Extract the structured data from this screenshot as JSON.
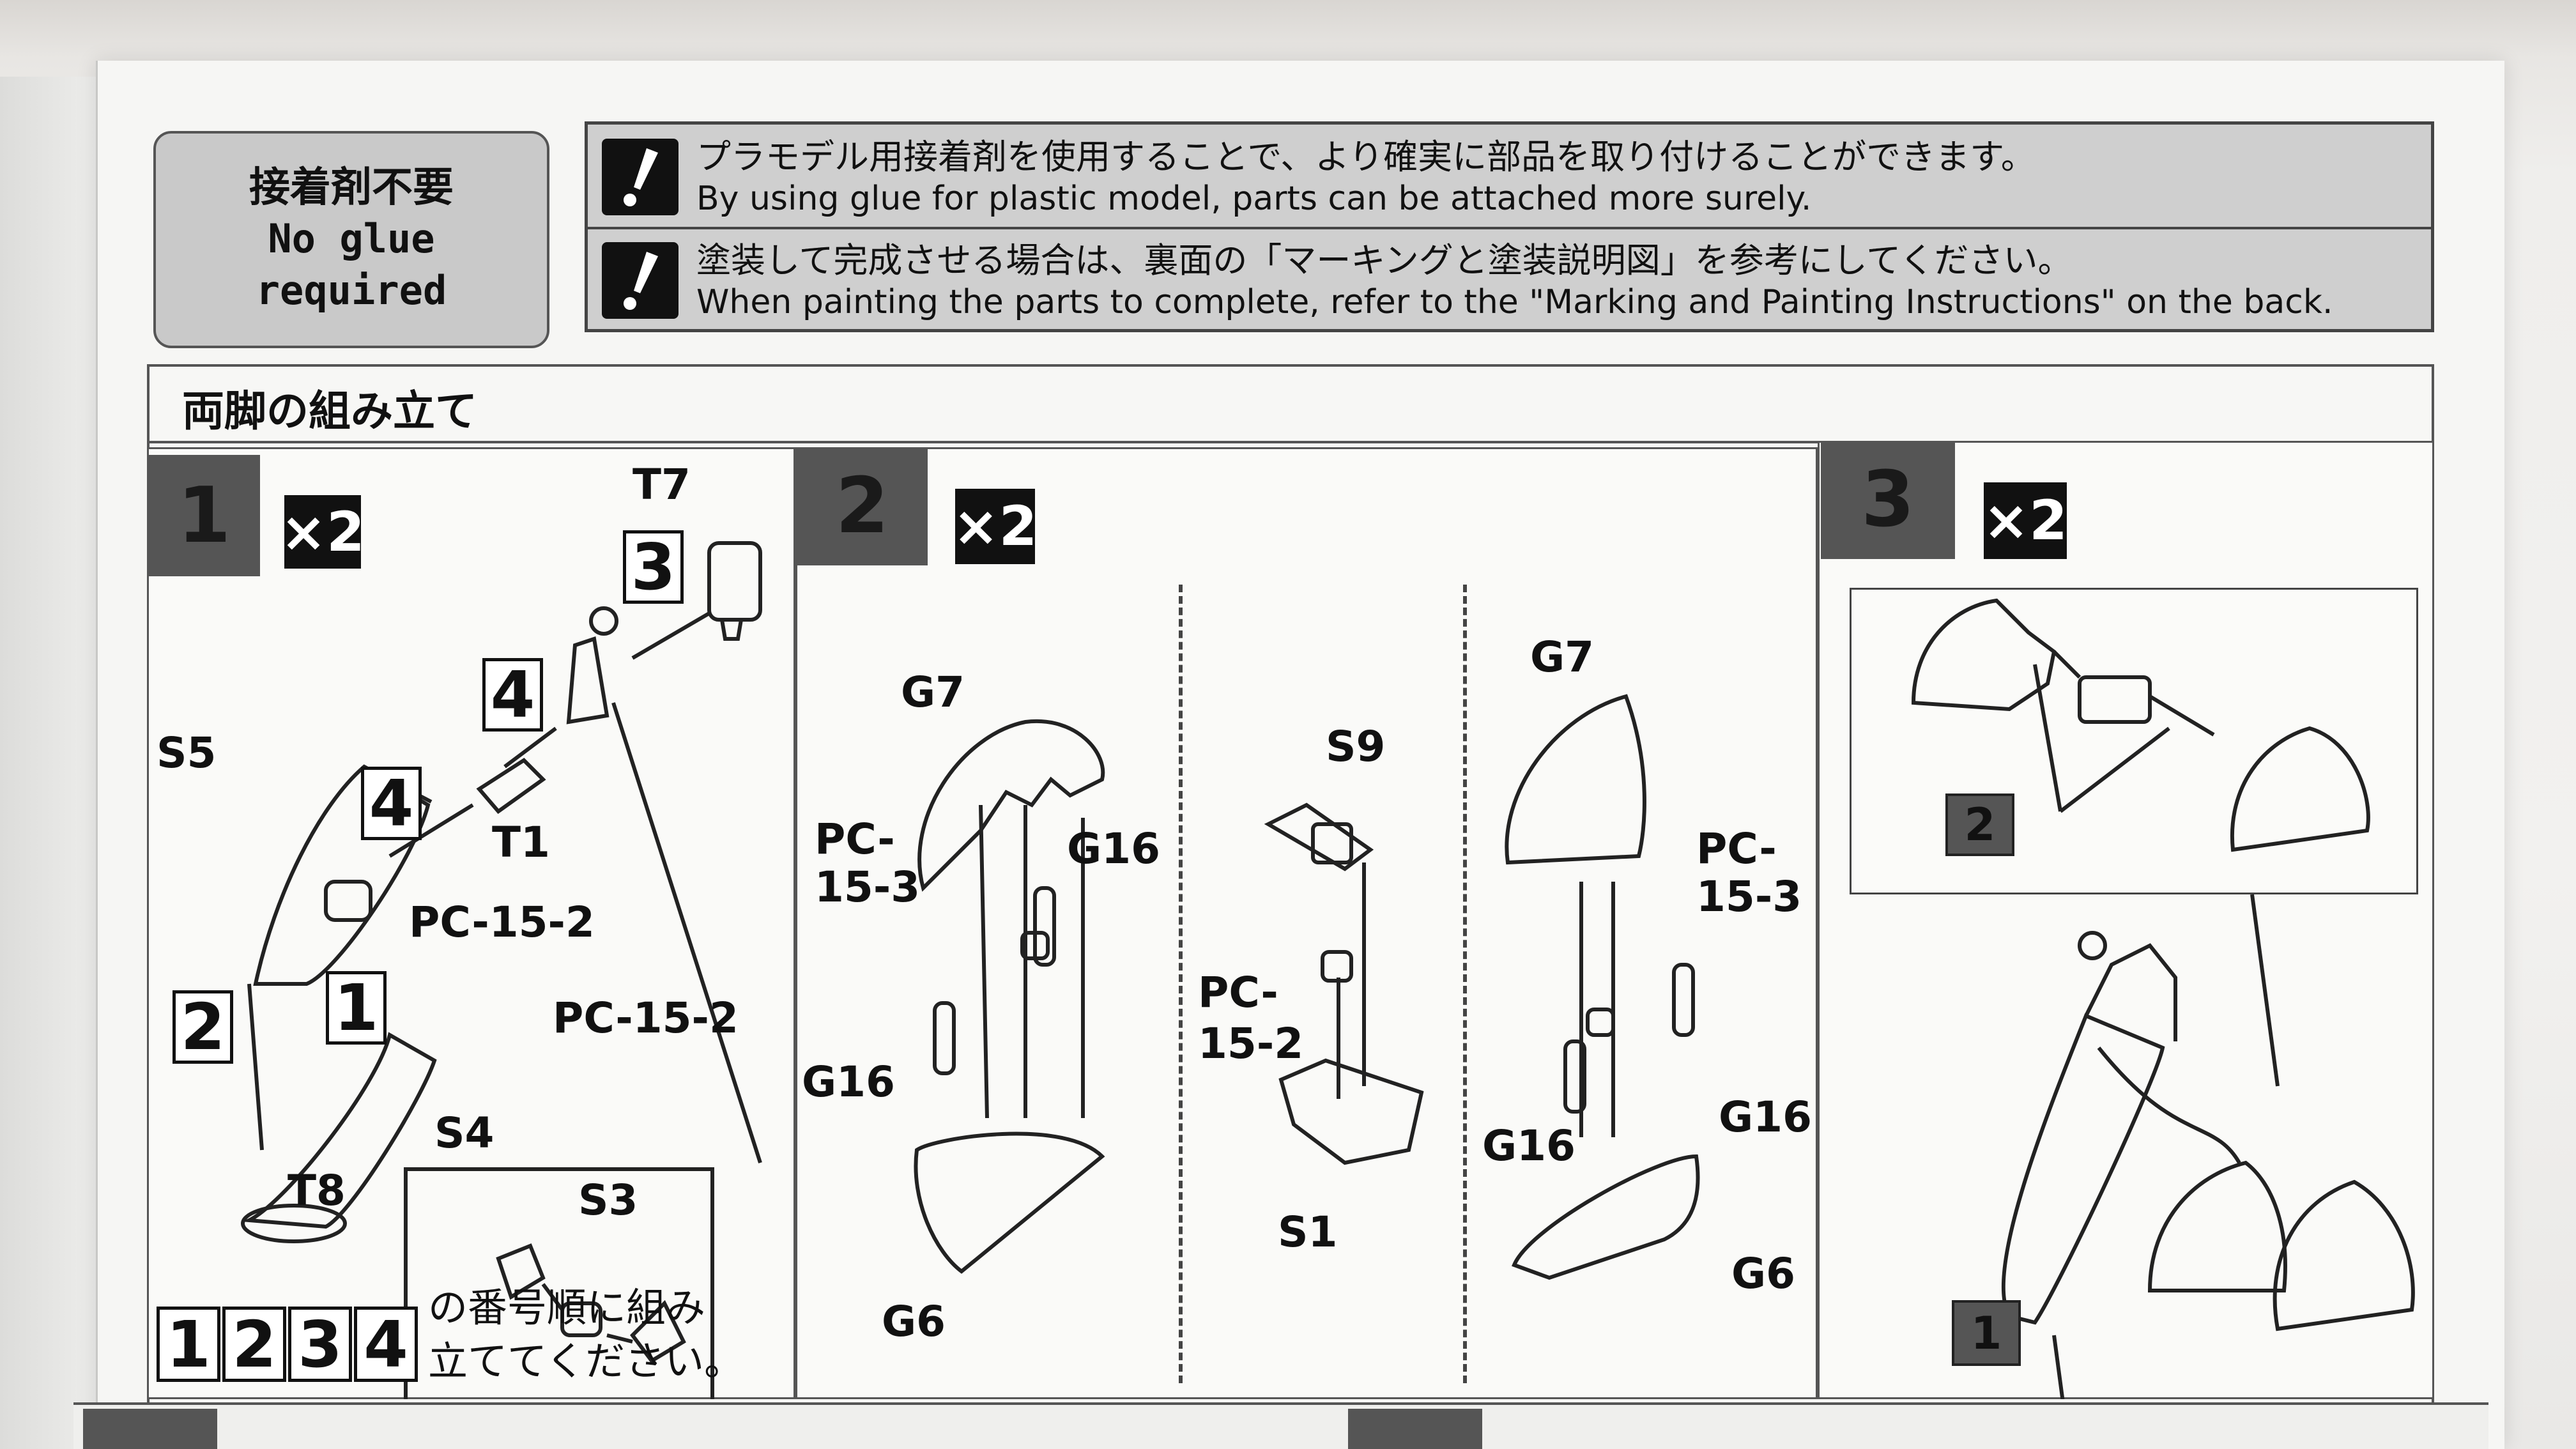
{
  "no_glue": {
    "jp": "接着剤不要",
    "en1": "No glue",
    "en2": "required"
  },
  "notes": [
    {
      "jp": "プラモデル用接着剤を使用することで、より確実に部品を取り付けることができます。",
      "en": "By using glue for plastic model, parts can be attached more surely."
    },
    {
      "jp": "塗装して完成させる場合は、裏面の「マーキングと塗装説明図」を参考にしてください。",
      "en": "When painting the parts to complete, refer to the \"Marking and Painting Instructions\" on the back."
    }
  ],
  "section_title": "両脚の組み立て",
  "step1": {
    "num": "1",
    "mult": "×2",
    "labels": {
      "t7": "T7",
      "s5": "S5",
      "t1": "T1",
      "pc152": "PC-15-2",
      "t8": "T8",
      "pc152b": "PC-15-2",
      "s4": "S4",
      "s3": "S3"
    },
    "order_boxes": [
      "1",
      "2",
      "3",
      "4"
    ],
    "markers": {
      "m3": "3",
      "m4a": "4",
      "m4b": "4",
      "m2": "2",
      "m1": "1"
    },
    "order_text1": "の番号順に組み",
    "order_text2": "立ててください。"
  },
  "step2": {
    "num": "2",
    "mult": "×2",
    "labels": {
      "g7a": "G7",
      "pc153a1": "PC-",
      "pc153a2": "15-3",
      "g16a": "G16",
      "g16b": "G16",
      "g6a": "G6",
      "s9": "S9",
      "pc152c1": "PC-",
      "pc152c2": "15-2",
      "s1": "S1",
      "g7b": "G7",
      "pc153b1": "PC-",
      "pc153b2": "15-3",
      "g16c": "G16",
      "g16d": "G16",
      "g6b": "G6"
    }
  },
  "step3": {
    "num": "3",
    "mult": "×2",
    "markers": {
      "m2": "2",
      "m1": "1"
    }
  },
  "colors": {
    "step_gray": "#555555",
    "badge_black": "#111111",
    "notes_bg": "#cfcfcf"
  }
}
